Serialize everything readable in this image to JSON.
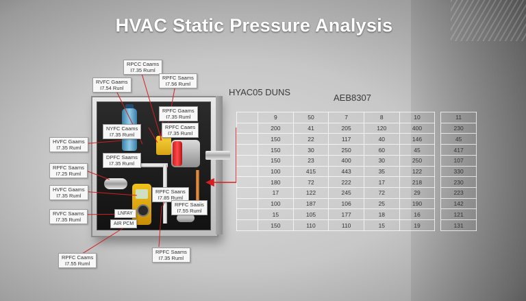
{
  "title": "HVAC Static Pressure Analysis",
  "headers": {
    "left": "HYAC05 DUNS",
    "right": "AEB8307"
  },
  "callouts": [
    {
      "name": "callout-1",
      "line1": "RPCC Caams",
      "line2": "I7.35 Ruml"
    },
    {
      "name": "callout-2",
      "line1": "RVFC Gaams",
      "line2": "I7.54 Runl"
    },
    {
      "name": "callout-3",
      "line1": "RPFC Saams",
      "line2": "I7.56 Ruml"
    },
    {
      "name": "callout-4",
      "line1": "RPFC Gaams",
      "line2": "I7.35 Ruml"
    },
    {
      "name": "callout-5",
      "line1": "NYFC Caams",
      "line2": "I7.35 Ruml"
    },
    {
      "name": "callout-6",
      "line1": "RPFC Caaes",
      "line2": "I7.35 Ruml"
    },
    {
      "name": "callout-7",
      "line1": "HVFC Gaams",
      "line2": "I7.35 Ruml"
    },
    {
      "name": "callout-8",
      "line1": "DPFC Saams",
      "line2": "I7.35 Ruml"
    },
    {
      "name": "callout-9",
      "line1": "RPFC Saams",
      "line2": "I7.25 Ruml"
    },
    {
      "name": "callout-10",
      "line1": "HVFC Gaams",
      "line2": "I7.35 Ruml"
    },
    {
      "name": "callout-11",
      "line1": "RPFC Saans",
      "line2": "I7.85 Ruml"
    },
    {
      "name": "callout-12",
      "line1": "RPFC Saaiis",
      "line2": "I7.55 Ruml"
    },
    {
      "name": "callout-13",
      "line1": "RVFC Saams",
      "line2": "I7.35 Ruml"
    },
    {
      "name": "callout-14",
      "line1": "LNFAY",
      "line2": ""
    },
    {
      "name": "callout-15",
      "line1": "AIR PCM",
      "line2": ""
    },
    {
      "name": "callout-16",
      "line1": "RPFC Caams",
      "line2": "I7.55 Ruml"
    },
    {
      "name": "callout-17",
      "line1": "RPFC Saams",
      "line2": "I7.35 Ruml"
    }
  ],
  "table": {
    "rows": [
      [
        "",
        "9",
        "50",
        "7",
        "8",
        "10",
        "",
        "11"
      ],
      [
        "",
        "200",
        "41",
        "205",
        "120",
        "400",
        "",
        "230"
      ],
      [
        "",
        "150",
        "22",
        "117",
        "40",
        "146",
        "",
        "45"
      ],
      [
        "",
        "150",
        "30",
        "250",
        "60",
        "45",
        "",
        "417"
      ],
      [
        "",
        "150",
        "23",
        "400",
        "30",
        "250",
        "",
        "107"
      ],
      [
        "",
        "100",
        "415",
        "443",
        "35",
        "122",
        "",
        "330"
      ],
      [
        "",
        "180",
        "72",
        "222",
        "17",
        "218",
        "",
        "230"
      ],
      [
        "",
        "17",
        "122",
        "245",
        "72",
        "29",
        "",
        "223"
      ],
      [
        "",
        "100",
        "187",
        "106",
        "25",
        "190",
        "",
        "142"
      ],
      [
        "",
        "15",
        "105",
        "177",
        "18",
        "16",
        "",
        "121"
      ],
      [
        "",
        "150",
        "110",
        "110",
        "15",
        "19",
        "",
        "131"
      ]
    ]
  },
  "colors": {
    "leader": "#d42020",
    "accent_yellow": "#f0c21a"
  }
}
